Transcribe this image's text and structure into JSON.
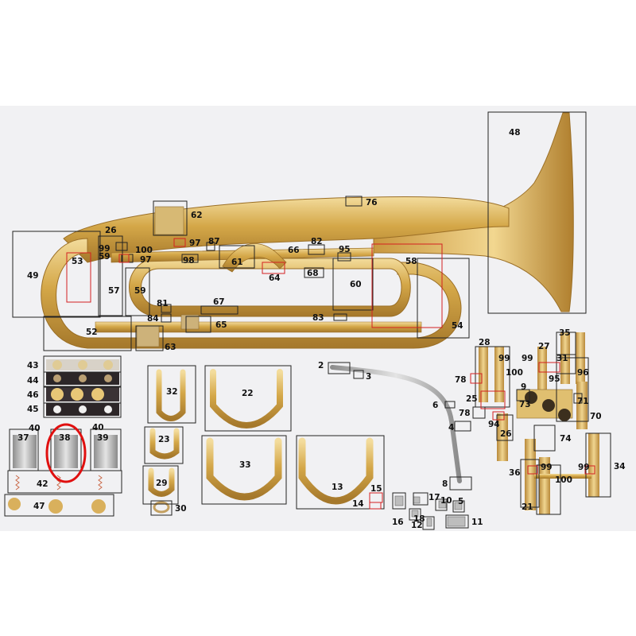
{
  "diagram": {
    "highlight_color": "#e01010",
    "box_color": "#222222",
    "callout_color": "#d42020",
    "brass_color": "#d9b25a",
    "labels": {
      "l48": "48",
      "l76": "76",
      "l62": "62",
      "l26": "26",
      "l99a": "99",
      "l59a": "59",
      "l100a": "100",
      "l97a": "97",
      "l97b": "97",
      "l87": "87",
      "l82": "82",
      "l95": "95",
      "l98": "98",
      "l61": "61",
      "l66": "66",
      "l64": "64",
      "l68": "68",
      "l58": "58",
      "l53": "53",
      "l49": "49",
      "l57": "57",
      "l59b": "59",
      "l81": "81",
      "l84": "84",
      "l67": "67",
      "l65": "65",
      "l60": "60",
      "l83": "83",
      "l52": "52",
      "l63": "63",
      "l54": "54",
      "l43": "43",
      "l44": "44",
      "l46": "46",
      "l45": "45",
      "l37": "37",
      "l38": "38",
      "l39": "39",
      "l40a": "40",
      "l40b": "40",
      "l42": "42",
      "l47": "47",
      "l32": "32",
      "l22": "22",
      "l23": "23",
      "l33": "33",
      "l29": "29",
      "l30": "30",
      "l13": "13",
      "l15": "15",
      "l14": "14",
      "l2": "2",
      "l3": "3",
      "l6": "6",
      "l4": "4",
      "l8": "8",
      "l17": "17",
      "l10": "10",
      "l5": "5",
      "l16": "16",
      "l18": "18",
      "l12": "12",
      "l11": "11",
      "l28": "28",
      "l99b": "99",
      "l100b": "100",
      "l27": "27",
      "l31": "31",
      "l96": "96",
      "l35": "35",
      "l78a": "78",
      "l95b": "95",
      "l9": "9",
      "l25": "25",
      "l73": "73",
      "l71": "71",
      "l78b": "78",
      "l94": "94",
      "l70": "70",
      "l26b": "26",
      "l74": "74",
      "l36": "36",
      "l99c": "99",
      "l99d": "99",
      "l100c": "100",
      "l34": "34",
      "l21": "21"
    }
  }
}
